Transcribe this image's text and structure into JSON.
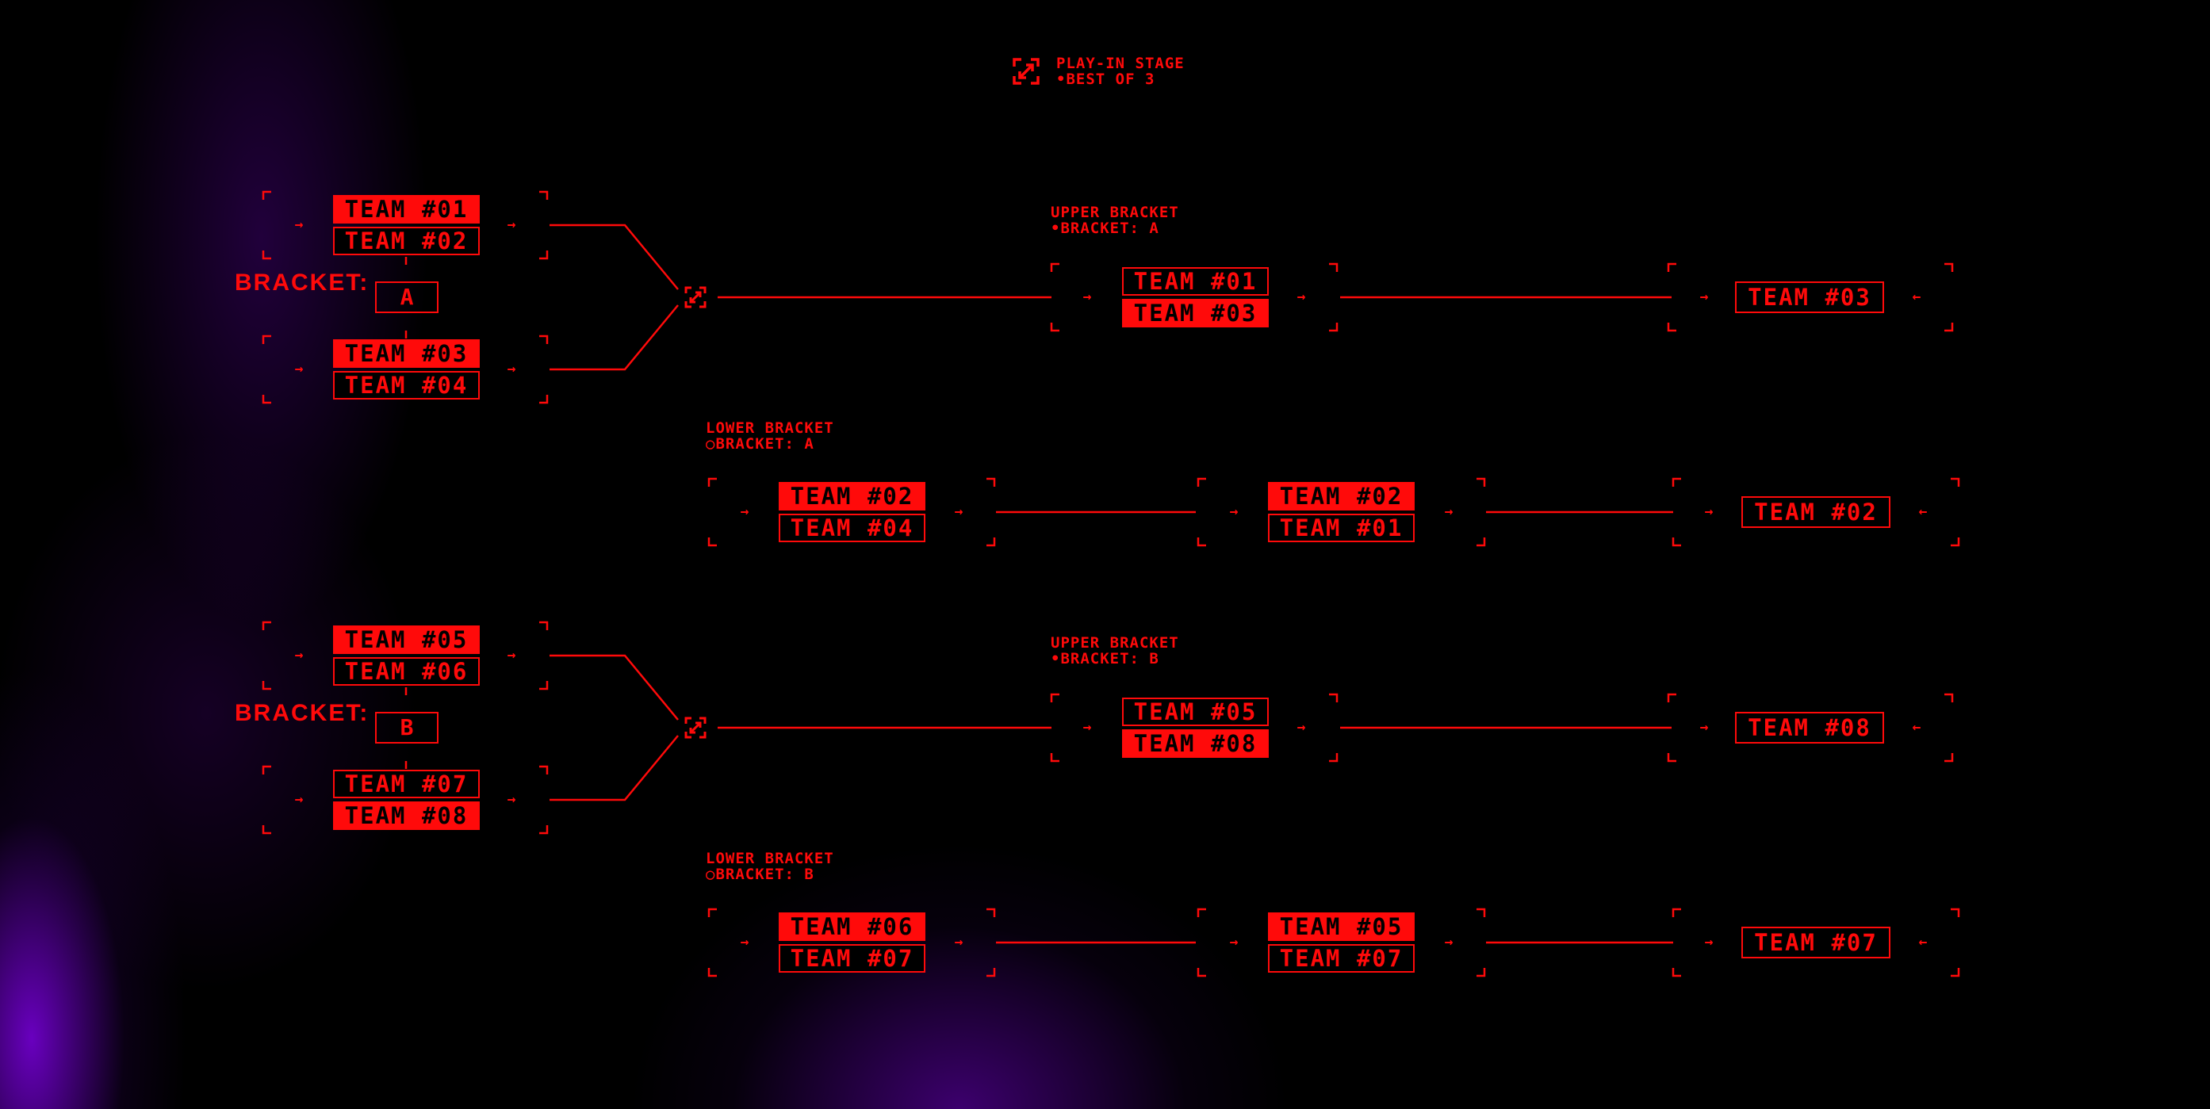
{
  "header": {
    "stage": "PLAY-IN STAGE",
    "format": "•BEST OF 3"
  },
  "group_a": {
    "label": "BRACKET:",
    "letter": "A",
    "match1": [
      "TEAM #01",
      "TEAM #02"
    ],
    "match2": [
      "TEAM #03",
      "TEAM #04"
    ],
    "upper": {
      "title": "UPPER BRACKET",
      "sub": "•BRACKET: A",
      "match": [
        "TEAM #01",
        "TEAM #03"
      ],
      "result": "TEAM #03"
    },
    "lower": {
      "title": "LOWER BRACKET",
      "sub": "○BRACKET: A",
      "match1": [
        "TEAM #02",
        "TEAM #04"
      ],
      "match2": [
        "TEAM #02",
        "TEAM #01"
      ],
      "result": "TEAM #02"
    }
  },
  "group_b": {
    "label": "BRACKET:",
    "letter": "B",
    "match1": [
      "TEAM #05",
      "TEAM #06"
    ],
    "match2": [
      "TEAM #07",
      "TEAM #08"
    ],
    "upper": {
      "title": "UPPER BRACKET",
      "sub": "•BRACKET: B",
      "match": [
        "TEAM #05",
        "TEAM #08"
      ],
      "result": "TEAM #08"
    },
    "lower": {
      "title": "LOWER BRACKET",
      "sub": "○BRACKET: B",
      "match1": [
        "TEAM #06",
        "TEAM #07"
      ],
      "match2": [
        "TEAM #05",
        "TEAM #07"
      ],
      "result": "TEAM #07"
    }
  },
  "icons": {
    "arrow_right": "→",
    "arrow_left": "←",
    "hub": "expand-arrows-icon"
  },
  "colors": {
    "accent": "#ff0a0a",
    "background": "#000000",
    "glow": "#8c00ff"
  }
}
